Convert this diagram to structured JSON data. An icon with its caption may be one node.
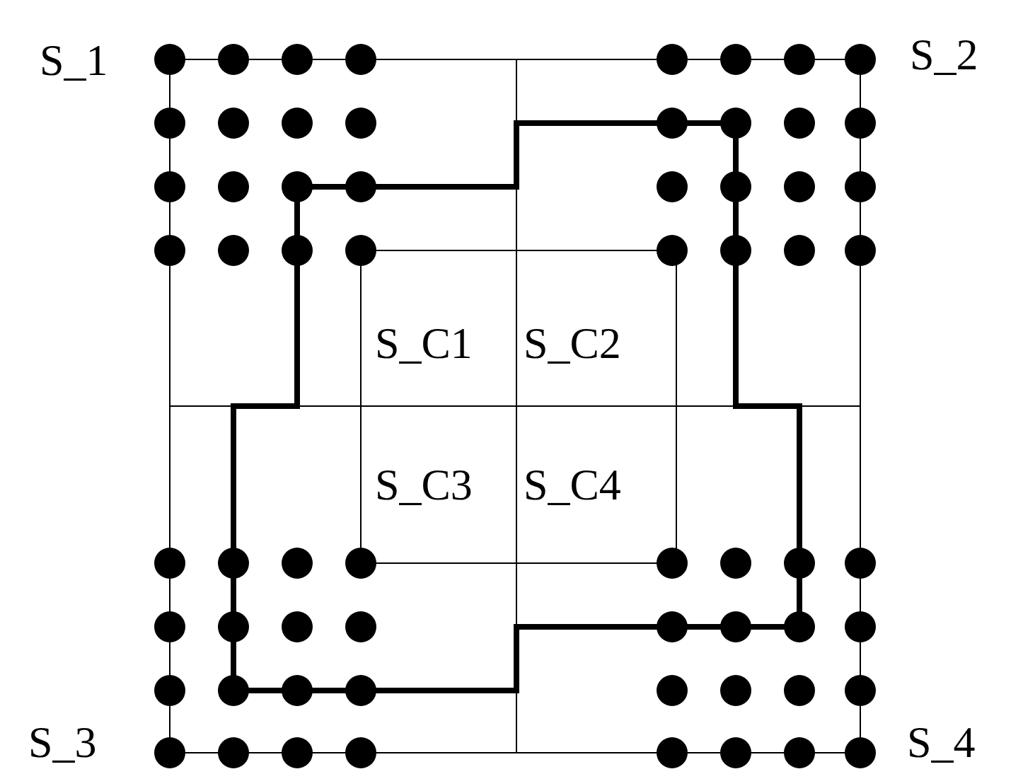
{
  "diagram": {
    "labels": [
      "S_1",
      "S_2",
      "S_C1",
      "S_C2",
      "S_C3",
      "S_C4",
      "S_3",
      "S_4"
    ]
  }
}
